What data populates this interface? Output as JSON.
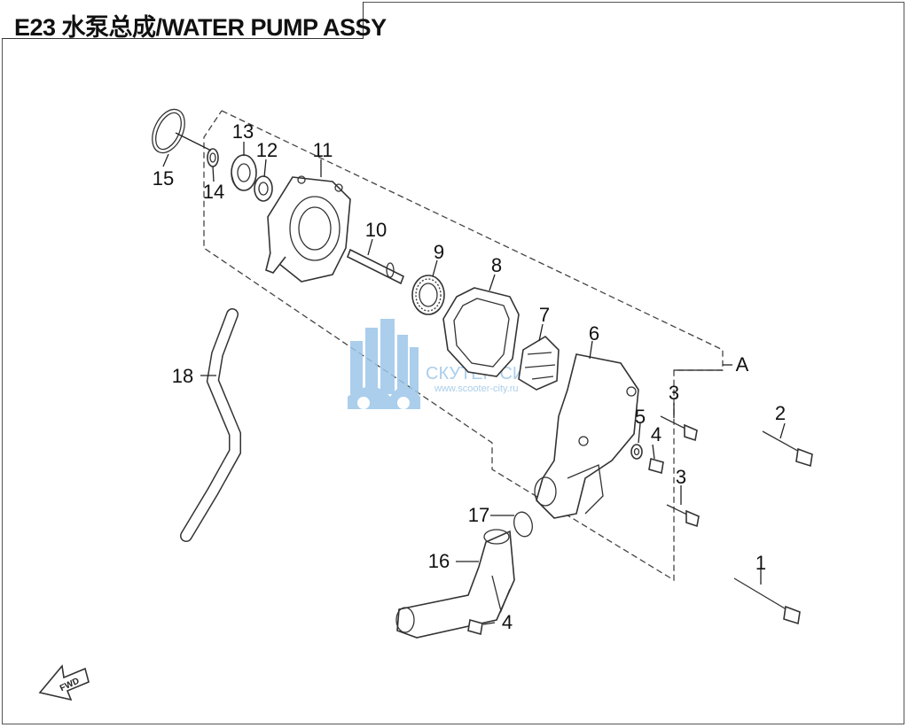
{
  "header": {
    "title": "E23  水泵总成/WATER PUMP ASSY"
  },
  "callouts": {
    "c1": "1",
    "c2": "2",
    "c3a": "3",
    "c3b": "3",
    "c4a": "4",
    "c4b": "4",
    "c5": "5",
    "c6": "6",
    "c7": "7",
    "c8": "8",
    "c9": "9",
    "c10": "10",
    "c11": "11",
    "c12": "12",
    "c13": "13",
    "c14": "14",
    "c15": "15",
    "c16": "16",
    "c17": "17",
    "c18": "18",
    "detail": "A"
  },
  "fwd_label": "FWD",
  "watermark": {
    "name": "СКУТЕР СИТИ",
    "url": "www.scooter-city.ru"
  },
  "colors": {
    "line": "#333333",
    "watermark": "#9cc6e8"
  }
}
